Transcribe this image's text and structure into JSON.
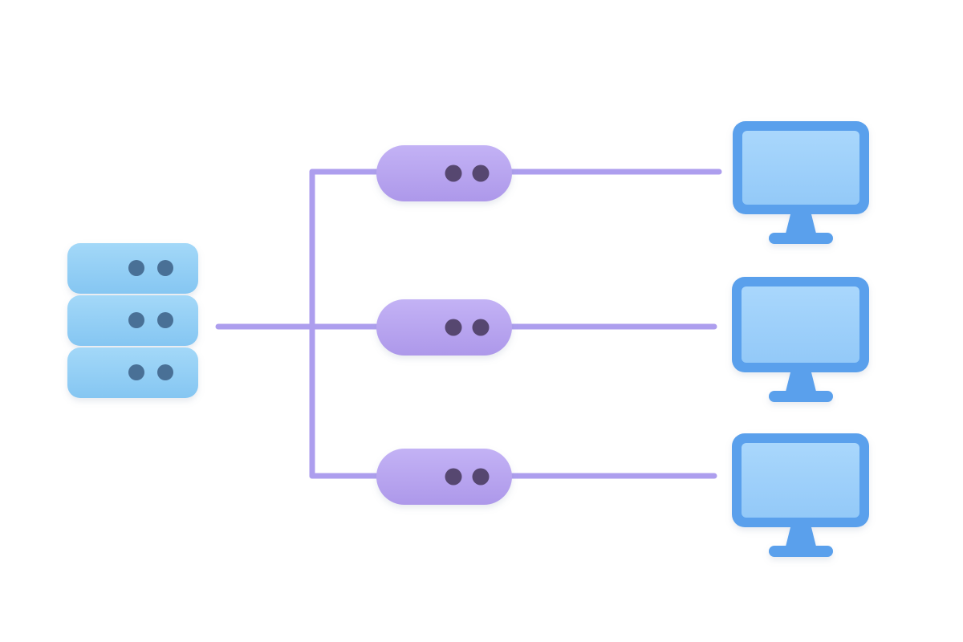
{
  "diagram": {
    "nodes": [
      {
        "id": "server",
        "kind": "server",
        "icon": "server-icon"
      },
      {
        "id": "switch-1",
        "kind": "network-adapter",
        "icon": "network-adapter-icon"
      },
      {
        "id": "switch-2",
        "kind": "network-adapter",
        "icon": "network-adapter-icon"
      },
      {
        "id": "switch-3",
        "kind": "network-adapter",
        "icon": "network-adapter-icon"
      },
      {
        "id": "monitor-1",
        "kind": "monitor",
        "icon": "monitor-icon"
      },
      {
        "id": "monitor-2",
        "kind": "monitor",
        "icon": "monitor-icon"
      },
      {
        "id": "monitor-3",
        "kind": "monitor",
        "icon": "monitor-icon"
      }
    ],
    "edges": [
      {
        "from": "server",
        "to": "switch-1"
      },
      {
        "from": "server",
        "to": "switch-2"
      },
      {
        "from": "server",
        "to": "switch-3"
      },
      {
        "from": "switch-1",
        "to": "monitor-1"
      },
      {
        "from": "switch-2",
        "to": "monitor-2"
      },
      {
        "from": "switch-3",
        "to": "monitor-3"
      }
    ],
    "colors": {
      "background": "#ffffff",
      "server_fill": "#8ecdf5",
      "server_dot": "#4a6f96",
      "connector": "#ad9eee",
      "node_fill": "#b7a3ef",
      "node_dot": "#57476f",
      "monitor_frame": "#5aa0ec",
      "monitor_screen": "#9ed1fb"
    }
  }
}
